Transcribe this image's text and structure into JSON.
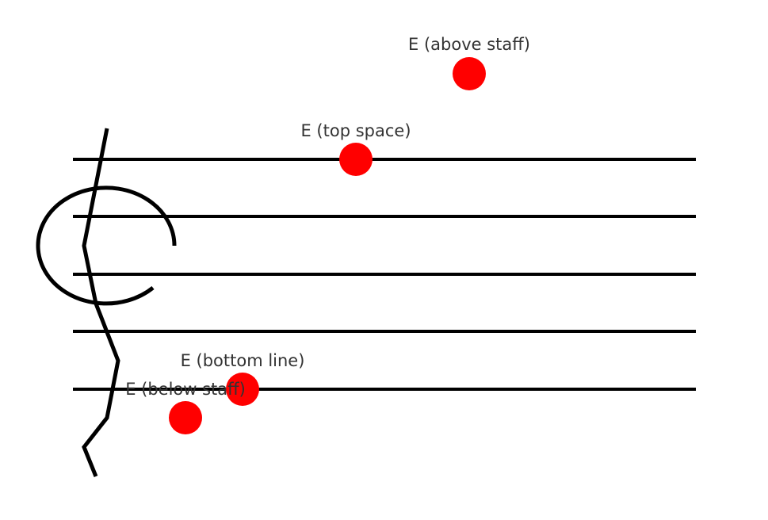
{
  "diagram": {
    "colors": {
      "staff": "#000000",
      "note": "#ff0000",
      "label": "#333333",
      "background": "#ffffff"
    },
    "staff": {
      "line_count": 5
    },
    "clef": {
      "icon": "treble-clef-icon"
    },
    "notes": [
      {
        "id": "e-above-staff",
        "label": "E (above staff)"
      },
      {
        "id": "e-top-space",
        "label": "E (top space)"
      },
      {
        "id": "e-bottom-line",
        "label": "E (bottom line)"
      },
      {
        "id": "e-below-staff",
        "label": "E (below staff)"
      }
    ]
  }
}
